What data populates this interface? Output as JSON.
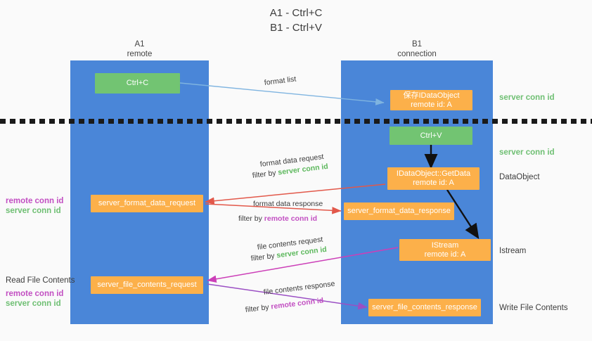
{
  "title": "A1 - Ctrl+C\nB1 - Ctrl+V",
  "columns": {
    "left": {
      "header": "A1\nremote"
    },
    "right": {
      "header": "B1\nconnection"
    }
  },
  "boxes": {
    "ctrl_c": "Ctrl+C",
    "save_idataobject": "保存IDataObject\nremote id: A",
    "ctrl_v": "Ctrl+V",
    "getdata": "IDataObject::GetData\nremote id: A",
    "format_data_request": "server_format_data_request",
    "format_data_response": "server_format_data_response",
    "istream": "IStream\nremote id: A",
    "file_contents_request": "server_file_contents_request",
    "file_contents_response": "server_file_contents_response"
  },
  "edge_labels": {
    "format_list": "format list",
    "format_data_request_line1": "format data request",
    "format_data_request_filter_prefix": "filter by ",
    "format_data_request_filter_value": "server conn id",
    "format_data_response_line1": "format data response",
    "format_data_response_filter_prefix": "filter by ",
    "format_data_response_filter_value": "remote conn id",
    "file_contents_request_line1": "file contents request",
    "file_contents_request_filter_prefix": "filter by ",
    "file_contents_request_filter_value": "server conn id",
    "file_contents_response_line1": "file contents response",
    "file_contents_response_filter_prefix": "filter by ",
    "file_contents_response_filter_value": "remote conn id"
  },
  "right_annotations": {
    "server_conn_id_top": "server conn id",
    "server_conn_id_mid": "server conn id",
    "dataobject": "DataObject",
    "istream": "Istream",
    "write_file_contents": "Write File Contents"
  },
  "left_annotations": {
    "remote_conn_id_mid": "remote conn id",
    "server_conn_id_mid": "server conn id",
    "read_file_contents": "Read File Contents",
    "remote_conn_id_bottom": "remote conn id",
    "server_conn_id_bottom": "server conn id"
  },
  "colors": {
    "column_blue": "#4a86d8",
    "green_box": "#72c472",
    "orange_box": "#fcb04a",
    "server_conn_green": "#5cb85c",
    "remote_conn_purple": "#c24fc2",
    "arrow_light_blue": "#7fb4e0",
    "arrow_red": "#e2584a",
    "arrow_magenta": "#cc3fb8",
    "arrow_purple": "#9b4fc4",
    "arrow_black": "#111111"
  }
}
